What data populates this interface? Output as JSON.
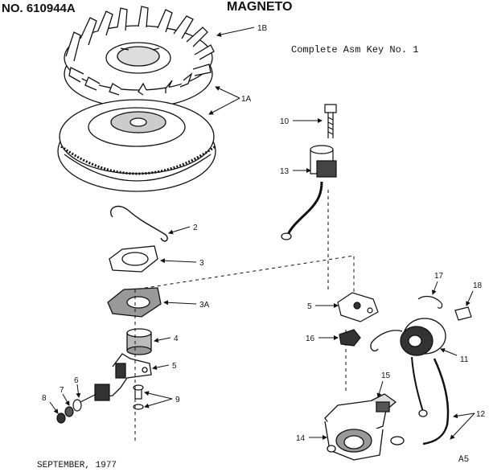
{
  "header": {
    "model_number": "NO. 610944A",
    "title": "MAGNETO",
    "assembly_note": "Complete Asm Key No. 1"
  },
  "footer": {
    "date": "SEPTEMBER, 1977",
    "page_code": "A5"
  },
  "callouts": {
    "c1B": "1B",
    "c1A": "1A",
    "c10": "10",
    "c13": "13",
    "c2": "2",
    "c3": "3",
    "c3A": "3A",
    "c4": "4",
    "c5a": "5",
    "c5b": "5",
    "c16": "16",
    "c17": "17",
    "c18": "18",
    "c11": "11",
    "c15": "15",
    "c12": "12",
    "c14": "14",
    "c6": "6",
    "c7": "7",
    "c8": "8",
    "c9": "9"
  }
}
